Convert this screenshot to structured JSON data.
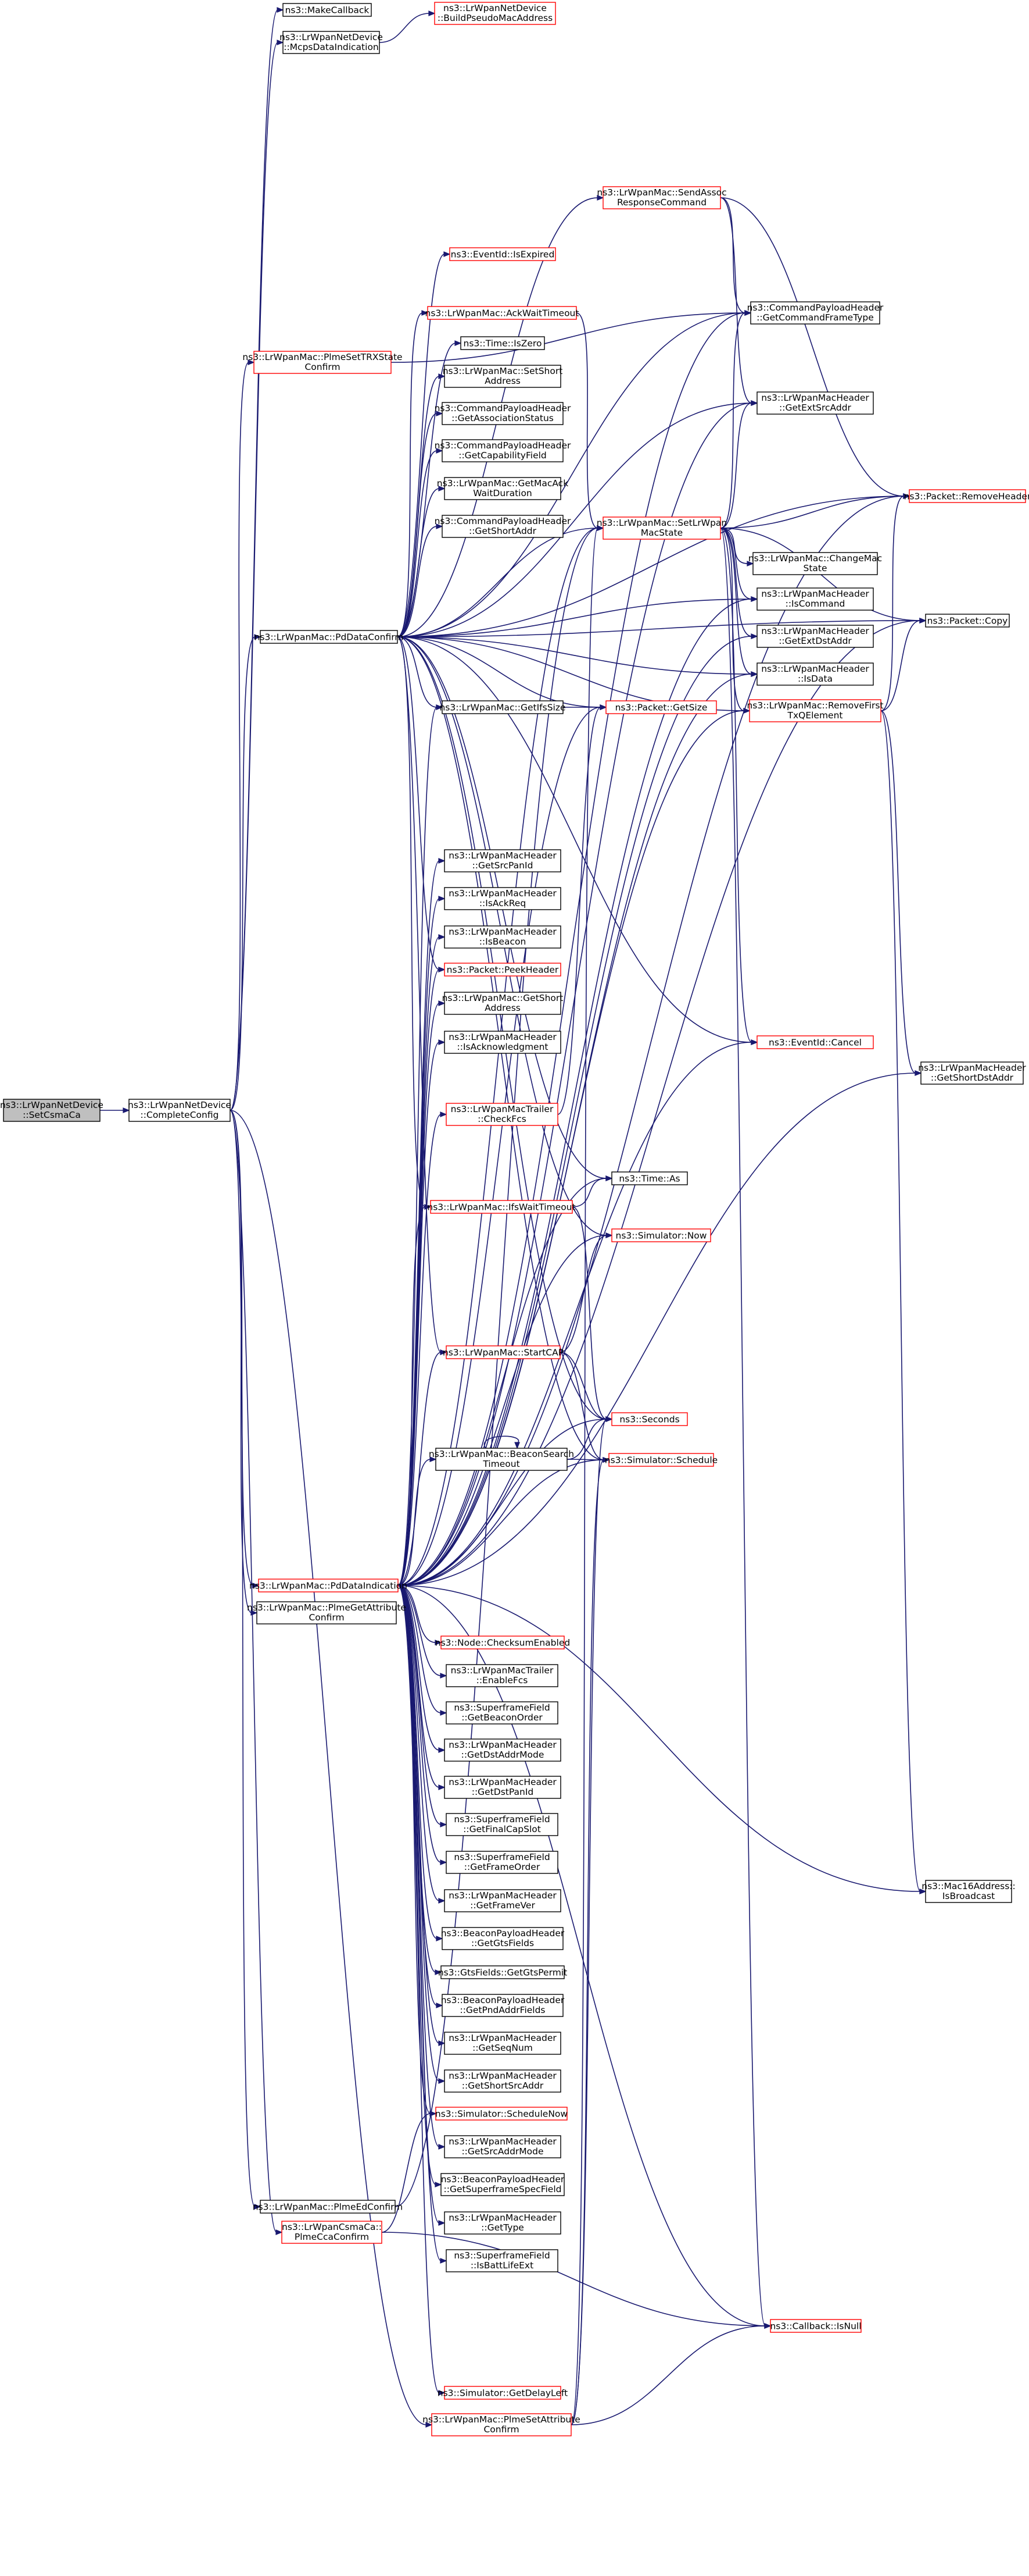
{
  "colors": {
    "background": "#ffffff",
    "root_fill": "#bfbfbf",
    "node_border": "#000000",
    "incomplete_border": "#ff0000",
    "edge": "#191970"
  },
  "nodes": {
    "setCsmaCa": [
      "ns3::LrWpanNetDevice",
      "::SetCsmaCa"
    ],
    "completeConfig": [
      "ns3::LrWpanNetDevice",
      "::CompleteConfig"
    ],
    "makeCallback": [
      "ns3::MakeCallback"
    ],
    "mcpsDataIndication": [
      "ns3::LrWpanNetDevice",
      "::McpsDataIndication"
    ],
    "buildPseudoMac": [
      "ns3::LrWpanNetDevice",
      "::BuildPseudoMacAddress"
    ],
    "plmeSetTrxStateConfirm": [
      "ns3::LrWpanMac::PlmeSetTRXState",
      "Confirm"
    ],
    "pdDataConfirm": [
      "ns3::LrWpanMac::PdDataConfirm"
    ],
    "pdDataIndication": [
      "ns3::LrWpanMac::PdDataIndication"
    ],
    "plmeGetAttributeConfirm": [
      "ns3::LrWpanMac::PlmeGetAttribute",
      "Confirm"
    ],
    "plmeEdConfirm": [
      "ns3::LrWpanMac::PlmeEdConfirm"
    ],
    "plmeCcaConfirm": [
      "ns3::LrWpanCsmaCa::",
      "PlmeCcaConfirm"
    ],
    "sendAssoc": [
      "ns3::LrWpanMac::SendAssoc",
      "ResponseCommand"
    ],
    "eventIsExpired": [
      "ns3::EventId::IsExpired"
    ],
    "ackWaitTimeout": [
      "ns3::LrWpanMac::AckWaitTimeout"
    ],
    "timeIsZero": [
      "ns3::Time::IsZero"
    ],
    "setShortAddress": [
      "ns3::LrWpanMac::SetShort",
      "Address"
    ],
    "getAssociationStatus": [
      "ns3::CommandPayloadHeader",
      "::GetAssociationStatus"
    ],
    "getCapabilityField": [
      "ns3::CommandPayloadHeader",
      "::GetCapabilityField"
    ],
    "getMacAckWait": [
      "ns3::LrWpanMac::GetMacAck",
      "WaitDuration"
    ],
    "getShortAddrCmd": [
      "ns3::CommandPayloadHeader",
      "::GetShortAddr"
    ],
    "setLrWpanMacState": [
      "ns3::LrWpanMac::SetLrWpan",
      "MacState"
    ],
    "getCommandFrameType": [
      "ns3::CommandPayloadHeader",
      "::GetCommandFrameType"
    ],
    "getExtSrcAddr": [
      "ns3::LrWpanMacHeader",
      "::GetExtSrcAddr"
    ],
    "changeMacState": [
      "ns3::LrWpanMac::ChangeMac",
      "State"
    ],
    "isCommand": [
      "ns3::LrWpanMacHeader",
      "::IsCommand"
    ],
    "getExtDstAddr": [
      "ns3::LrWpanMacHeader",
      "::GetExtDstAddr"
    ],
    "isData": [
      "ns3::LrWpanMacHeader",
      "::IsData"
    ],
    "removeFirstTxQElement": [
      "ns3::LrWpanMac::RemoveFirst",
      "TxQElement"
    ],
    "packetRemoveHeader": [
      "ns3::Packet::RemoveHeader"
    ],
    "packetCopy": [
      "ns3::Packet::Copy"
    ],
    "getIfsSize": [
      "ns3::LrWpanMac::GetIfsSize"
    ],
    "packetGetSize": [
      "ns3::Packet::GetSize"
    ],
    "getSrcPanId": [
      "ns3::LrWpanMacHeader",
      "::GetSrcPanId"
    ],
    "isAckReq": [
      "ns3::LrWpanMacHeader",
      "::IsAckReq"
    ],
    "isBeacon": [
      "ns3::LrWpanMacHeader",
      "::IsBeacon"
    ],
    "peekHeader": [
      "ns3::Packet::PeekHeader"
    ],
    "getShortAddressMac": [
      "ns3::LrWpanMac::GetShort",
      "Address"
    ],
    "isAcknowledgment": [
      "ns3::LrWpanMacHeader",
      "::IsAcknowledgment"
    ],
    "eventCancel": [
      "ns3::EventId::Cancel"
    ],
    "getShortDstAddr": [
      "ns3::LrWpanMacHeader",
      "::GetShortDstAddr"
    ],
    "checkFcs": [
      "ns3::LrWpanMacTrailer",
      "::CheckFcs"
    ],
    "timeAs": [
      "ns3::Time::As"
    ],
    "ifsWaitTimeout": [
      "ns3::LrWpanMac::IfsWaitTimeout"
    ],
    "simulatorNow": [
      "ns3::Simulator::Now"
    ],
    "startCap": [
      "ns3::LrWpanMac::StartCAP"
    ],
    "seconds": [
      "ns3::Seconds"
    ],
    "beaconSearchTimeout": [
      "ns3::LrWpanMac::BeaconSearch",
      "Timeout"
    ],
    "simulatorSchedule": [
      "ns3::Simulator::Schedule"
    ],
    "checksumEnabled": [
      "ns3::Node::ChecksumEnabled"
    ],
    "enableFcs": [
      "ns3::LrWpanMacTrailer",
      "::EnableFcs"
    ],
    "getBeaconOrder": [
      "ns3::SuperframeField",
      "::GetBeaconOrder"
    ],
    "getDstAddrMode": [
      "ns3::LrWpanMacHeader",
      "::GetDstAddrMode"
    ],
    "getDstPanId": [
      "ns3::LrWpanMacHeader",
      "::GetDstPanId"
    ],
    "getFinalCapSlot": [
      "ns3::SuperframeField",
      "::GetFinalCapSlot"
    ],
    "getFrameOrder": [
      "ns3::SuperframeField",
      "::GetFrameOrder"
    ],
    "getFrameVer": [
      "ns3::LrWpanMacHeader",
      "::GetFrameVer"
    ],
    "getGtsFields": [
      "ns3::BeaconPayloadHeader",
      "::GetGtsFields"
    ],
    "getGtsPermit": [
      "ns3::GtsFields::GetGtsPermit"
    ],
    "getPndAddrFields": [
      "ns3::BeaconPayloadHeader",
      "::GetPndAddrFields"
    ],
    "getSeqNum": [
      "ns3::LrWpanMacHeader",
      "::GetSeqNum"
    ],
    "getShortSrcAddr": [
      "ns3::LrWpanMacHeader",
      "::GetShortSrcAddr"
    ],
    "scheduleNow": [
      "ns3::Simulator::ScheduleNow"
    ],
    "getSrcAddrMode": [
      "ns3::LrWpanMacHeader",
      "::GetSrcAddrMode"
    ],
    "getSuperframeSpecField": [
      "ns3::BeaconPayloadHeader",
      "::GetSuperframeSpecField"
    ],
    "getType": [
      "ns3::LrWpanMacHeader",
      "::GetType"
    ],
    "isBattLifeExt": [
      "ns3::SuperframeField",
      "::IsBattLifeExt"
    ],
    "callbackIsNull": [
      "ns3::Callback::IsNull"
    ],
    "getDelayLeft": [
      "ns3::Simulator::GetDelayLeft"
    ],
    "plmeSetAttributeConfirm": [
      "ns3::LrWpanMac::PlmeSetAttribute",
      "Confirm"
    ],
    "mac16IsBroadcast": [
      "ns3::Mac16Address::",
      "IsBroadcast"
    ]
  }
}
